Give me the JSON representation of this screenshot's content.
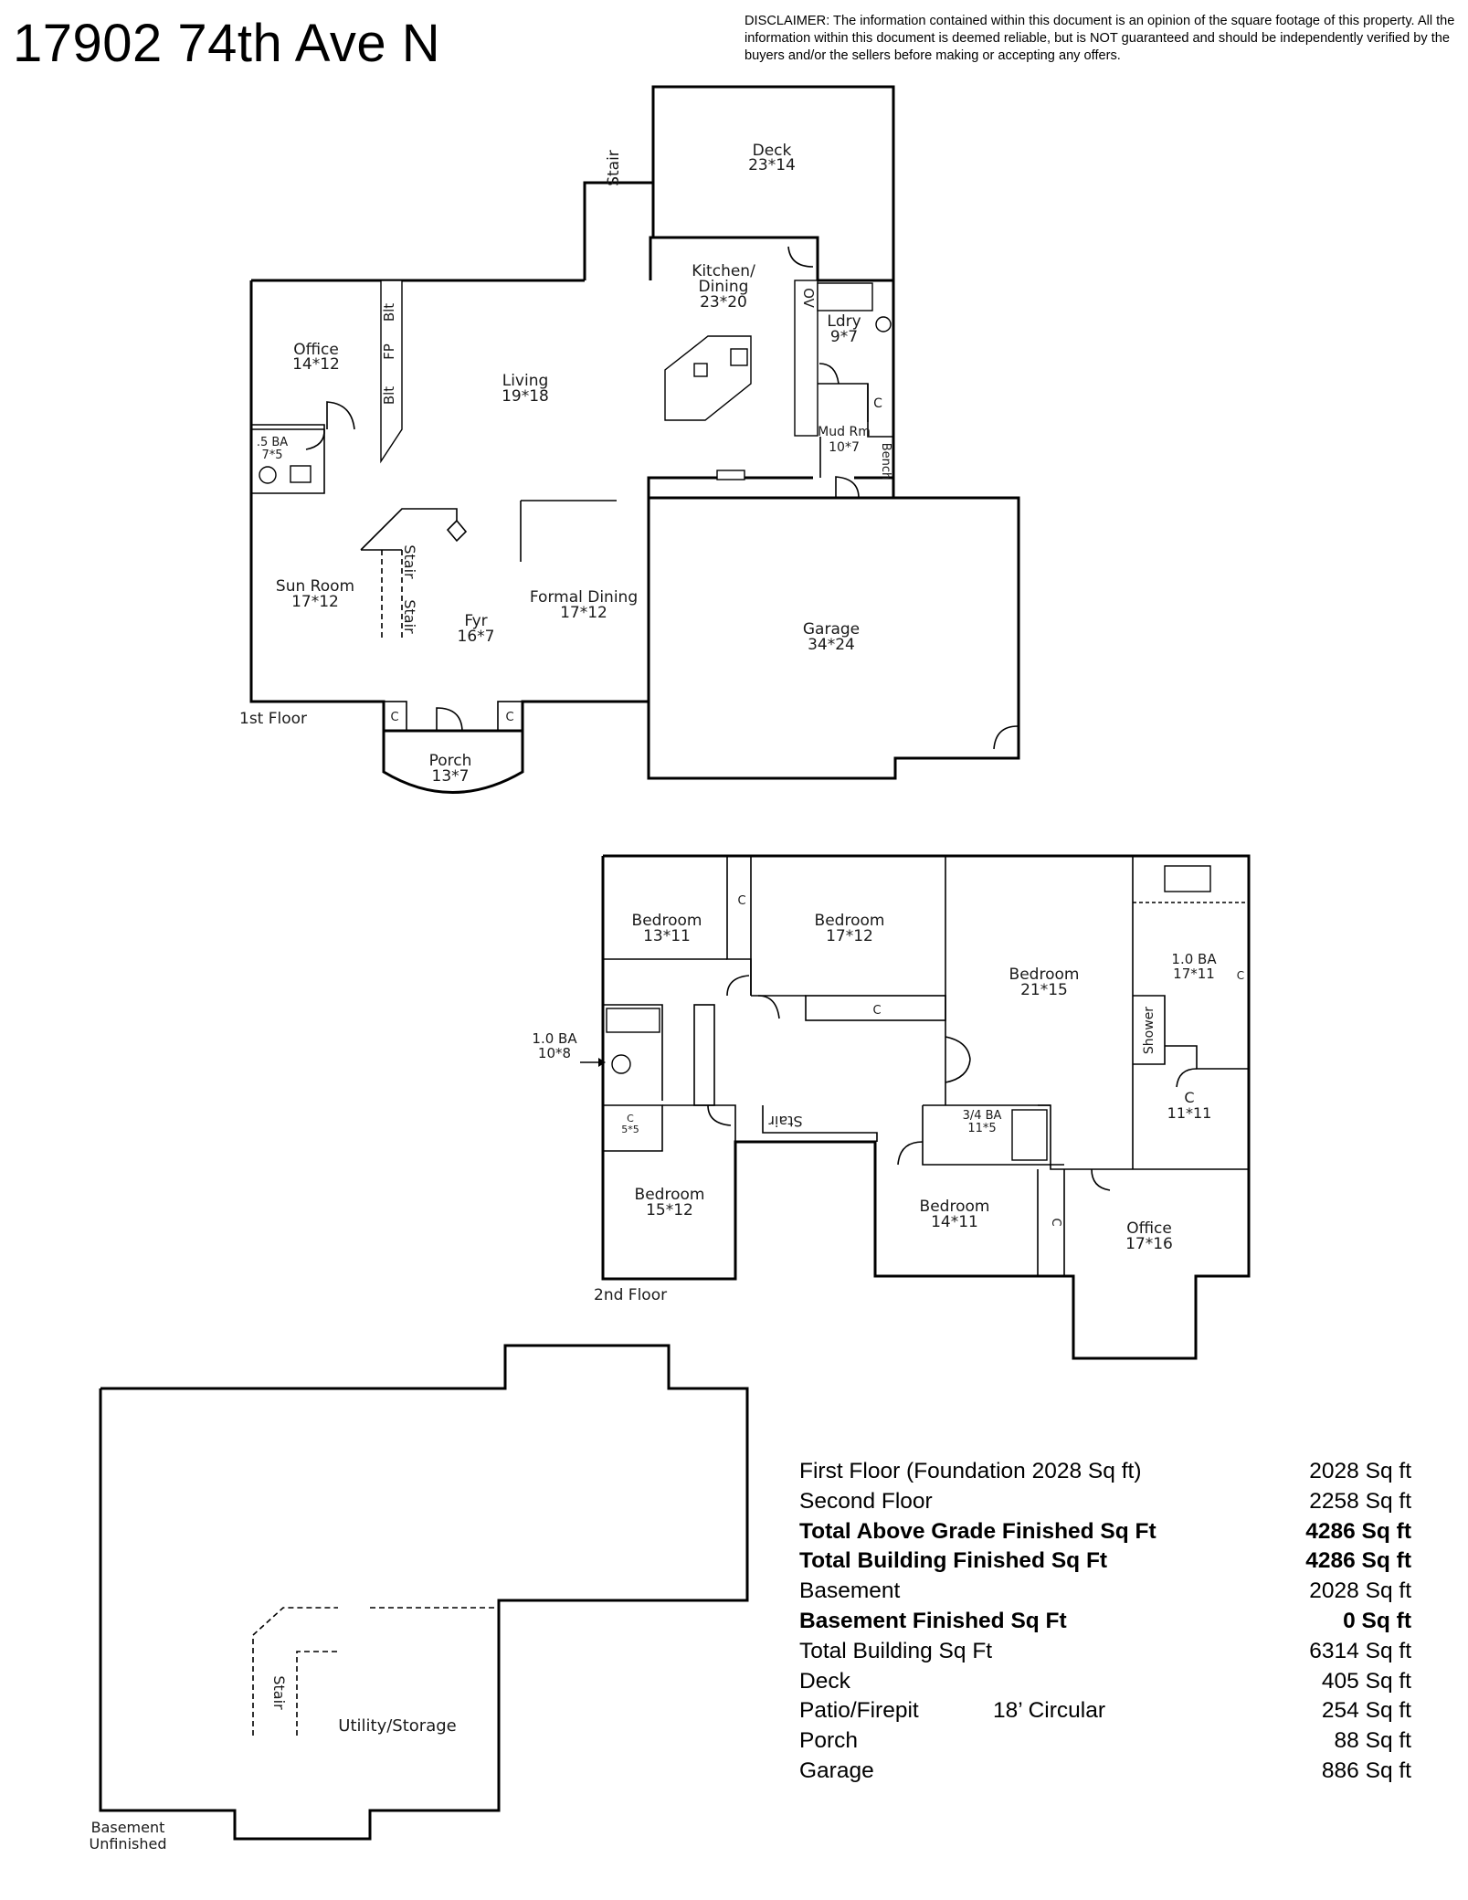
{
  "header": {
    "address": "17902 74th Ave N",
    "disclaimer": "DISCLAIMER: The information contained within this document is an opinion of the square footage of this property. All the information within this document is deemed reliable, but is NOT guaranteed and should be independently verified by the buyers and/or the sellers before making or accepting any offers."
  },
  "floors": {
    "first": {
      "label": "1st Floor",
      "rooms": {
        "deck": {
          "name": "Deck",
          "dims": "23*14"
        },
        "kitchen": {
          "name1": "Kitchen/",
          "name2": "Dining",
          "dims": "23*20"
        },
        "ldry": {
          "name": "Ldry",
          "dims": "9*7"
        },
        "office": {
          "name": "Office",
          "dims": "14*12"
        },
        "living": {
          "name": "Living",
          "dims": "19*18"
        },
        "half_bath": {
          "name": ".5 BA",
          "dims": "7*5"
        },
        "mudroom": {
          "name": "Mud Rm",
          "dims": "10*7"
        },
        "sunroom": {
          "name": "Sun Room",
          "dims": "17*12"
        },
        "fyr": {
          "name": "Fyr",
          "dims": "16*7"
        },
        "formal_dining": {
          "name": "Formal Dining",
          "dims": "17*12"
        },
        "garage": {
          "name": "Garage",
          "dims": "34*24"
        },
        "porch": {
          "name": "Porch",
          "dims": "13*7"
        }
      },
      "labels": {
        "stair": "Stair",
        "blt": "Blt",
        "fp": "FP",
        "ov": "OV",
        "closet": "C",
        "bench": "Bench"
      }
    },
    "second": {
      "label": "2nd Floor",
      "rooms": {
        "bed1": {
          "name": "Bedroom",
          "dims": "13*11"
        },
        "bed2": {
          "name": "Bedroom",
          "dims": "17*12"
        },
        "bed3": {
          "name": "Bedroom",
          "dims": "21*15"
        },
        "bath_master": {
          "name": "1.0 BA",
          "dims": "17*11"
        },
        "bath_hall": {
          "name": "1.0 BA",
          "dims": "10*8"
        },
        "closet_small": {
          "name": "C",
          "dims": "5*5"
        },
        "bath_34": {
          "name": "3/4 BA",
          "dims": "11*5"
        },
        "closet_big": {
          "name": "C",
          "dims": "11*11"
        },
        "bed4": {
          "name": "Bedroom",
          "dims": "15*12"
        },
        "bed5": {
          "name": "Bedroom",
          "dims": "14*11"
        },
        "office": {
          "name": "Office",
          "dims": "17*16"
        }
      },
      "labels": {
        "stair": "Stair",
        "shower": "Shower",
        "closet": "C"
      }
    },
    "basement": {
      "label1": "Basement",
      "label2": "Unfinished",
      "rooms": {
        "utility": {
          "name": "Utility/Storage"
        }
      },
      "labels": {
        "stair": "Stair"
      }
    }
  },
  "summary": [
    {
      "label": "First Floor (Foundation 2028 Sq ft)",
      "value": "2028 Sq ft",
      "bold": false
    },
    {
      "label": "Second Floor",
      "value": "2258 Sq ft",
      "bold": false
    },
    {
      "label": "Total Above Grade Finished Sq Ft",
      "value": "4286 Sq ft",
      "bold": true
    },
    {
      "label": "Total Building Finished Sq Ft",
      "value": "4286 Sq ft",
      "bold": true
    },
    {
      "label": "Basement",
      "value": "2028 Sq ft",
      "bold": false
    },
    {
      "label": "Basement Finished Sq Ft",
      "value": "0 Sq ft",
      "bold": true
    },
    {
      "label": "Total Building Sq Ft",
      "value": "6314 Sq ft",
      "bold": false
    },
    {
      "label": "Deck",
      "value": "405 Sq ft",
      "bold": false
    },
    {
      "label": "Patio/Firepit",
      "note": "18’ Circular",
      "value": "254 Sq ft",
      "bold": false
    },
    {
      "label": "Porch",
      "value": "88 Sq ft",
      "bold": false
    },
    {
      "label": "Garage",
      "value": "886 Sq ft",
      "bold": false
    }
  ]
}
